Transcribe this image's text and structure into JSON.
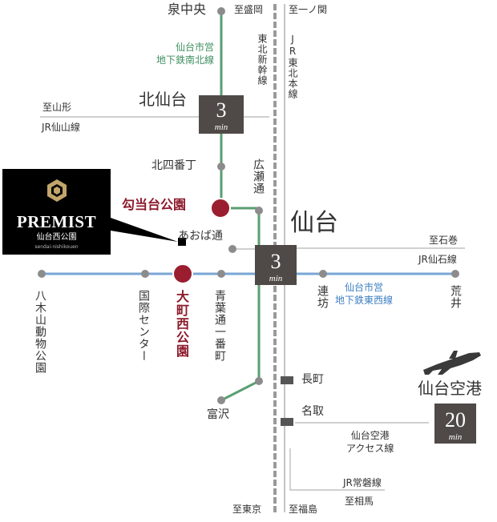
{
  "stations": {
    "izumi_chuo": "泉中央",
    "kita_sendai": "北仙台",
    "kita_yonbancho": "北四番丁",
    "koutodai_koen": "勾当台公園",
    "hirose_dori": "広瀬通",
    "sendai": "仙台",
    "aoba_dori": "あおば通",
    "yagiyama": "八木山動物公園",
    "kokusai_center": "国際センター",
    "omachi_nishi_koen": "大町西公園",
    "aoba_dori_ichibancho": "青葉通一番町",
    "renbo": "連坊",
    "arai": "荒井",
    "tomizawa": "富沢",
    "nagamachi": "長町",
    "natori": "名取",
    "sendai_airport": "仙台空港"
  },
  "lines": {
    "namboku": "仙台市営\n地下鉄南北線",
    "tozai": "仙台市営\n地下鉄東西線",
    "shinkansen": "東北新幹線",
    "jr_tohoku": "JR東北本線",
    "jr_senzan": "JR仙山線",
    "jr_senseki": "JR仙石線",
    "airport_access": "仙台空港\nアクセス線",
    "jr_joban": "JR常磐線"
  },
  "directions": {
    "to_morioka": "至盛岡",
    "to_ichinoseki": "至一ノ関",
    "to_yamagata": "至山形",
    "to_ishinomaki": "至石巻",
    "to_tokyo": "至東京",
    "to_fukushima": "至福島",
    "to_soma": "至相馬"
  },
  "times": {
    "kita_sendai": {
      "value": "3",
      "unit": "min"
    },
    "sendai": {
      "value": "3",
      "unit": "min"
    },
    "airport": {
      "value": "20",
      "unit": "min"
    }
  },
  "brand": {
    "name": "PREMIST",
    "property": "仙台西公園",
    "romaji": "sendai-nishikouen"
  },
  "colors": {
    "namboku": "#3f8f5f",
    "tozai": "#6f9fd0",
    "jr": "#b5b5b5",
    "highlight": "#8c1a2b",
    "time_box": "#4f4a47"
  }
}
